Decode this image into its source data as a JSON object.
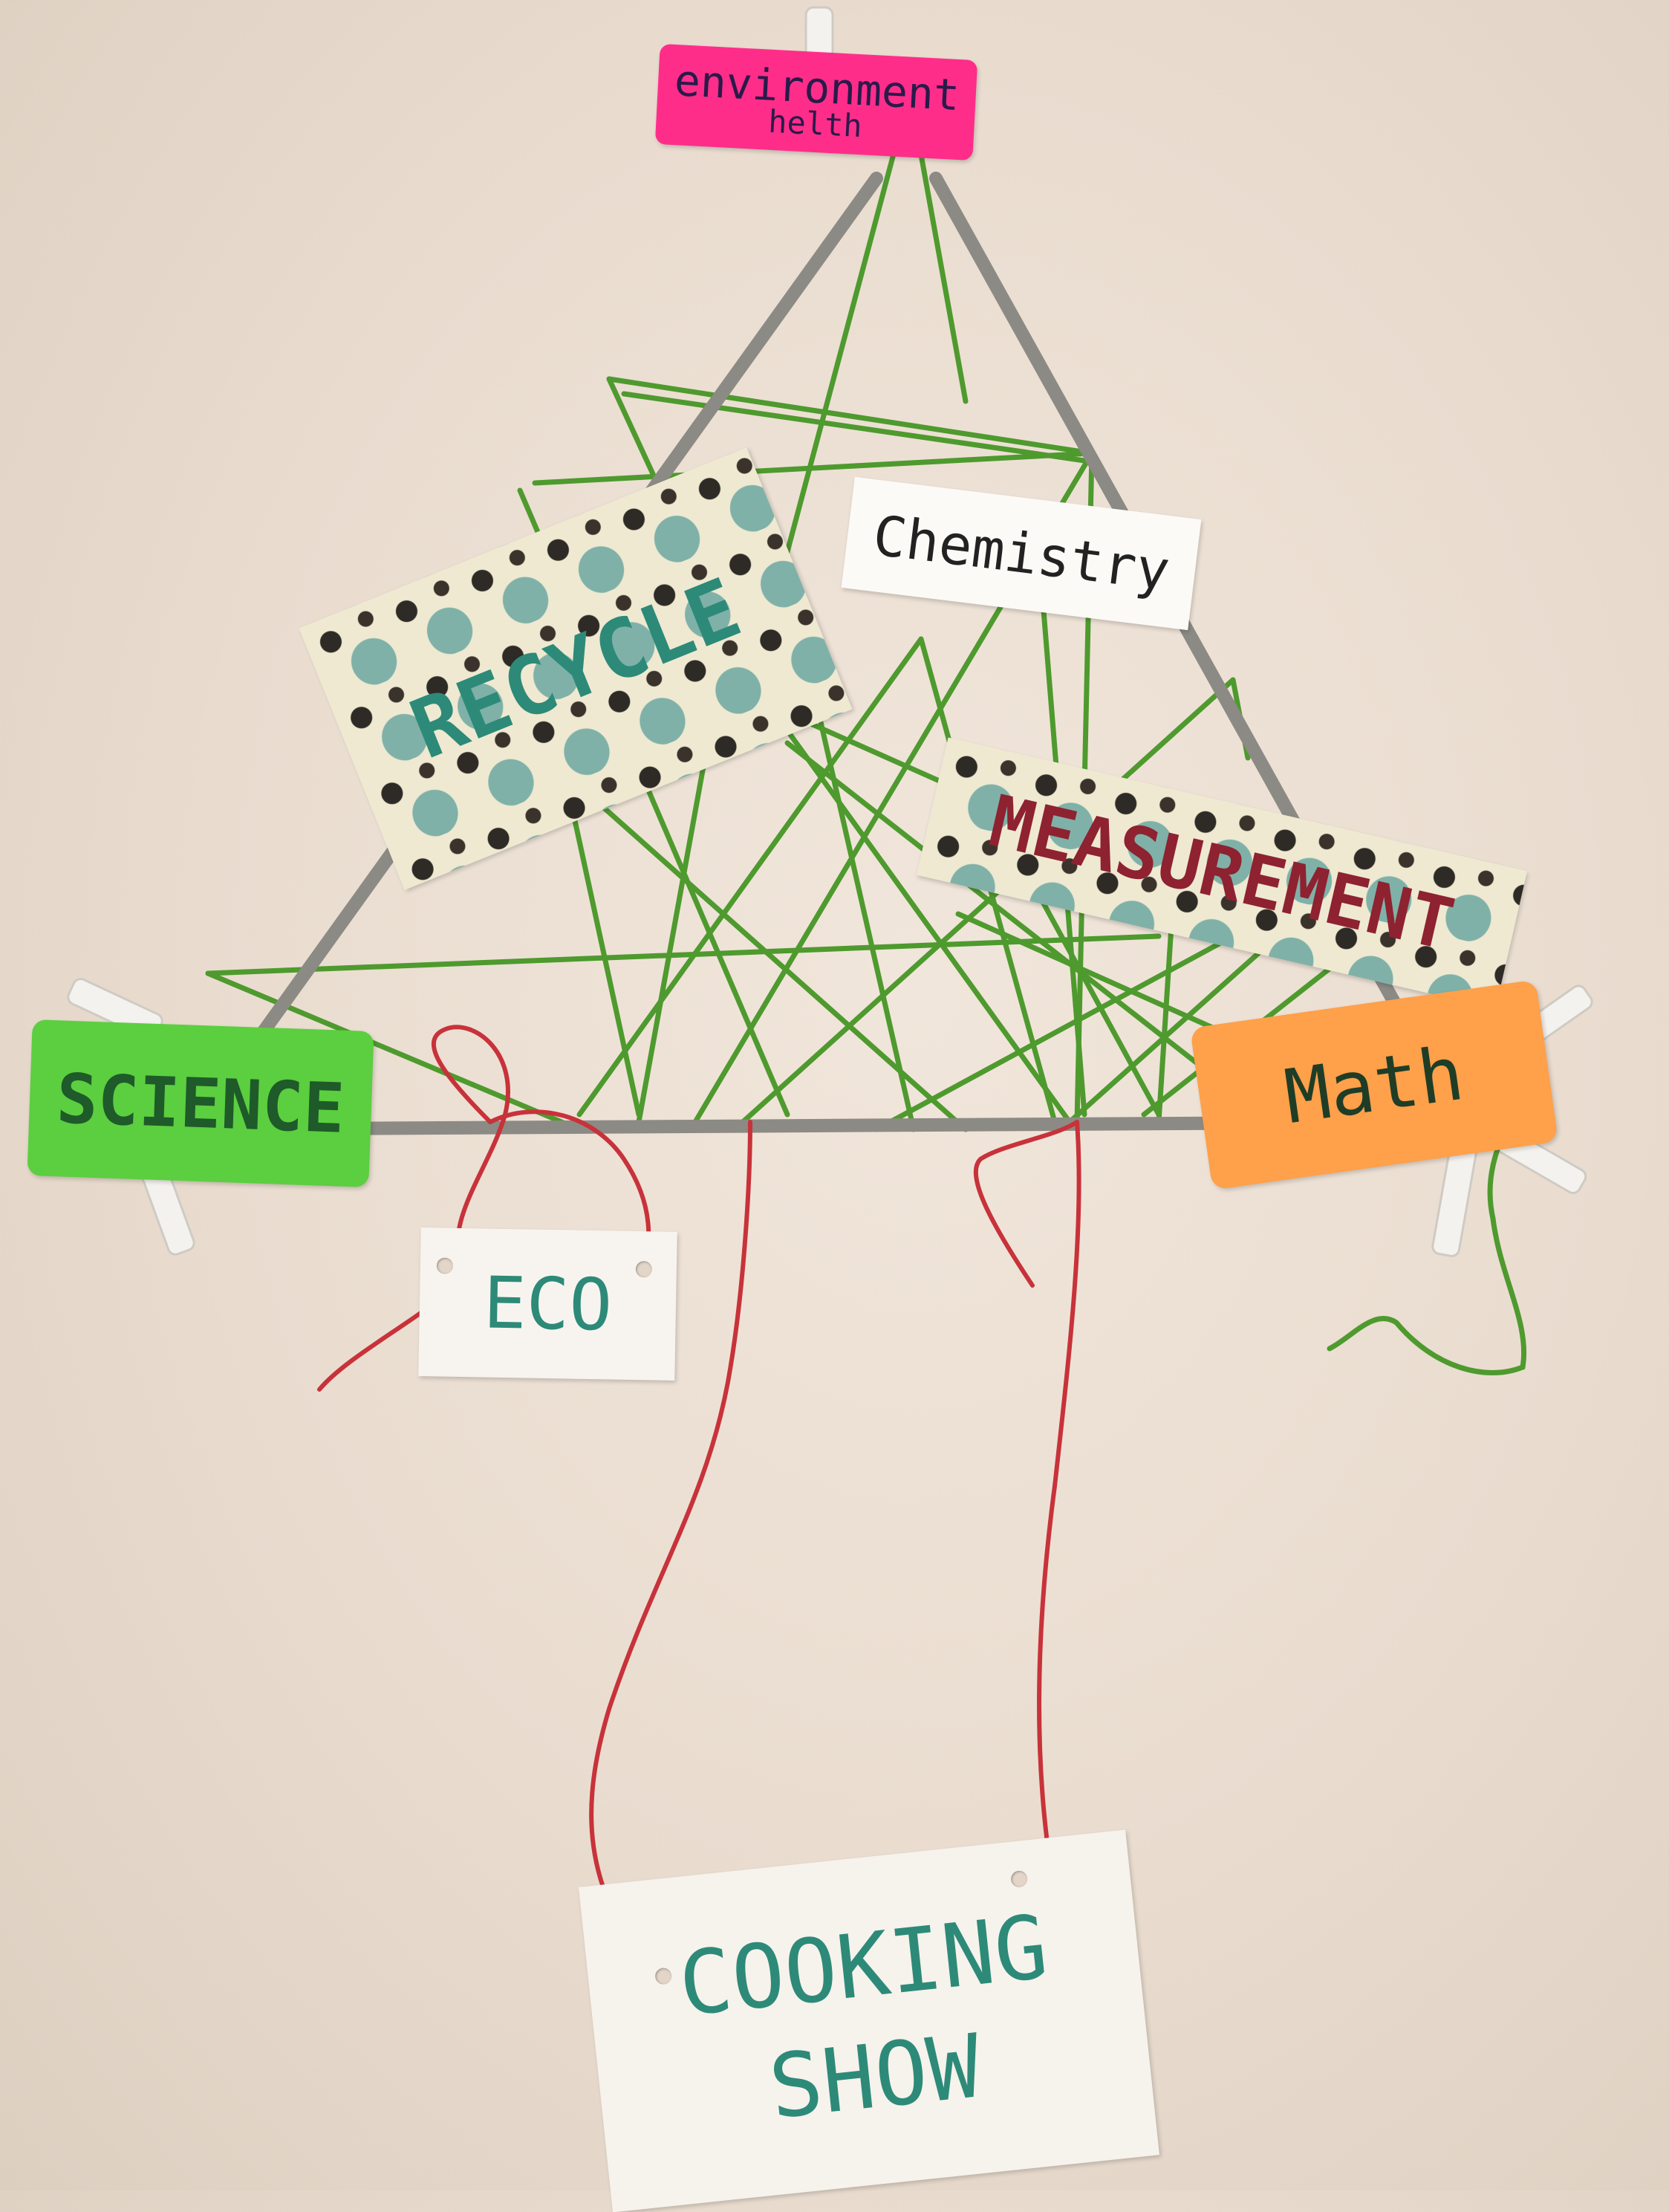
{
  "labels": {
    "environment": "environment",
    "environment_sub": "helth",
    "chemistry": "Chemistry",
    "recycle": "RECYCLE",
    "measurement": "MEASUREMENT",
    "science": "SCIENCE",
    "math": "Math",
    "eco": "ECO",
    "cooking_line1": "COOKING",
    "cooking_line2": "SHOW"
  },
  "colors": {
    "pink_tag": "#ff2d8a",
    "green_tag": "#5bcf3f",
    "orange_tag": "#ffa04a",
    "frame": "#8c8a84",
    "green_yarn": "#4e9a2e",
    "red_yarn": "#c8323a",
    "teal_ink": "#2d8a78",
    "maroon_ink": "#8e2230"
  }
}
